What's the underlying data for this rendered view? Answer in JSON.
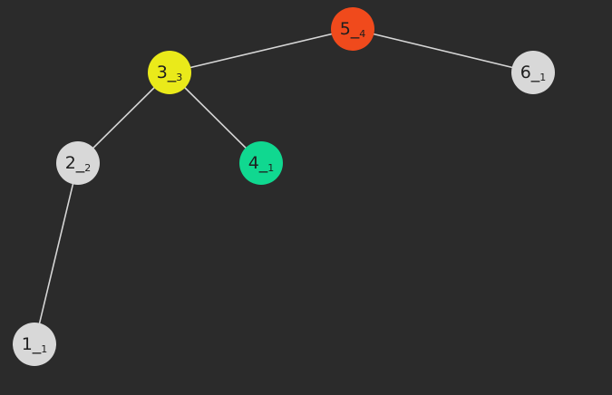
{
  "tree": {
    "nodes": [
      {
        "id": "n5",
        "key": "5",
        "sub": "4",
        "color": "#f04a1c"
      },
      {
        "id": "n3",
        "key": "3",
        "sub": "3",
        "color": "#eaea1a"
      },
      {
        "id": "n6",
        "key": "6",
        "sub": "1",
        "color": "#d8d8d8"
      },
      {
        "id": "n2",
        "key": "2",
        "sub": "2",
        "color": "#d8d8d8"
      },
      {
        "id": "n4",
        "key": "4",
        "sub": "1",
        "color": "#10d890"
      },
      {
        "id": "n1",
        "key": "1",
        "sub": "1",
        "color": "#d8d8d8"
      }
    ],
    "edges": [
      {
        "from": "n5",
        "to": "n3"
      },
      {
        "from": "n5",
        "to": "n6"
      },
      {
        "from": "n3",
        "to": "n2"
      },
      {
        "from": "n3",
        "to": "n4"
      },
      {
        "from": "n2",
        "to": "n1"
      }
    ],
    "edge_color": "#d6d6d6"
  }
}
